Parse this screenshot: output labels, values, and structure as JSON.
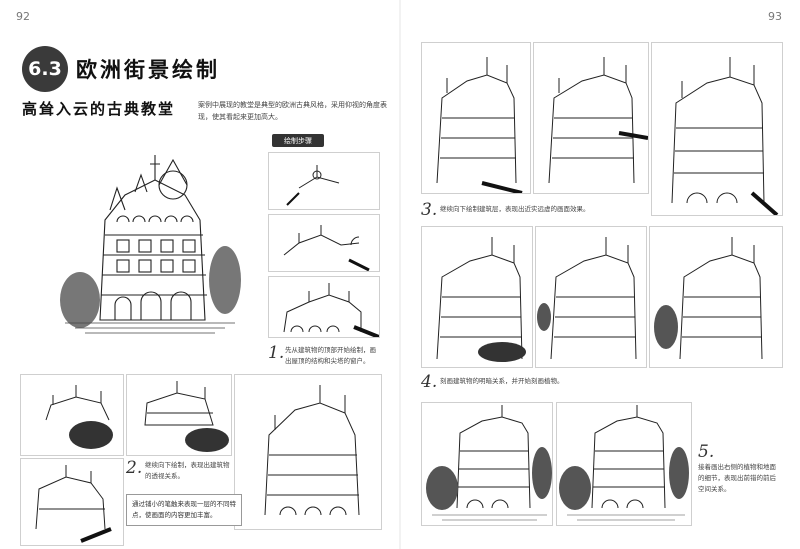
{
  "pages": {
    "left_number": "92",
    "right_number": "93"
  },
  "section": {
    "number": "6.3",
    "title": "欧洲街景绘制"
  },
  "heading": "高耸入云的古典教堂",
  "intro": "案例中展现的教堂是典型的欧洲古典风格，采用仰视的角度表现，使其看起来更加高大。",
  "steps_label": "绘制步骤",
  "steps": [
    {
      "num": "1.",
      "text": "先从建筑物的顶部开始绘制，画出屋顶的结构和尖塔的窗户。"
    },
    {
      "num": "2.",
      "text": "继续向下绘制，表现出建筑物的透视关系。"
    },
    {
      "num": "3.",
      "text": "继续向下绘制建筑层，表现出近实远虚的画面效果。"
    },
    {
      "num": "4.",
      "text": "刻画建筑物的明暗关系，并开始刻画植物。"
    },
    {
      "num": "5.",
      "text": "接着画出右侧的植物和地面的细节，表现出前错的前后空间关系。"
    }
  ],
  "note": "通过铺小的笔触来表现一层的不同特点，使画面的内容更加丰富。"
}
